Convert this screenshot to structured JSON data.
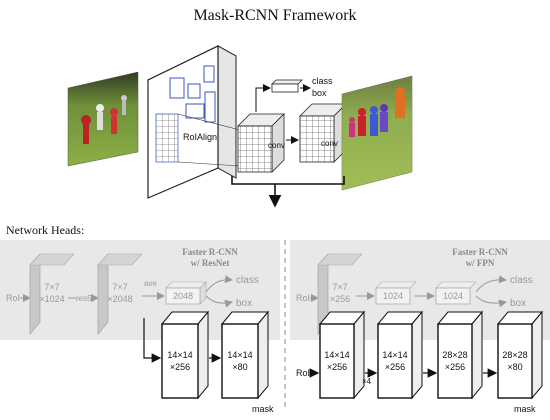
{
  "title": "Mask-RCNN Framework",
  "top": {
    "roialign": "RoIAlign",
    "conv1": "conv",
    "conv2": "conv",
    "class": "class",
    "box": "box"
  },
  "heads_label": "Network Heads:",
  "left_head": {
    "title_line1": "Faster R-CNN",
    "title_line2": "w/ ResNet",
    "roi": "RoI",
    "block1_l1": "7×7",
    "block1_l2": "×1024",
    "res5": "res5",
    "block2_l1": "7×7",
    "block2_l2": "×2048",
    "ave": "ave",
    "fc": "2048",
    "class": "class",
    "box": "box",
    "mask1_l1": "14×14",
    "mask1_l2": "×256",
    "mask2_l1": "14×14",
    "mask2_l2": "×80",
    "mask": "mask"
  },
  "right_head": {
    "title_line1": "Faster R-CNN",
    "title_line2": "w/ FPN",
    "roi_top": "RoI",
    "block1_l1": "7×7",
    "block1_l2": "×256",
    "fc1": "1024",
    "fc2": "1024",
    "class": "class",
    "box": "box",
    "roi_bottom": "RoI",
    "m1_l1": "14×14",
    "m1_l2": "×256",
    "x4": "×4",
    "m2_l1": "14×14",
    "m2_l2": "×256",
    "m3_l1": "28×28",
    "m3_l2": "×256",
    "m4_l1": "28×28",
    "m4_l2": "×80",
    "mask": "mask"
  }
}
